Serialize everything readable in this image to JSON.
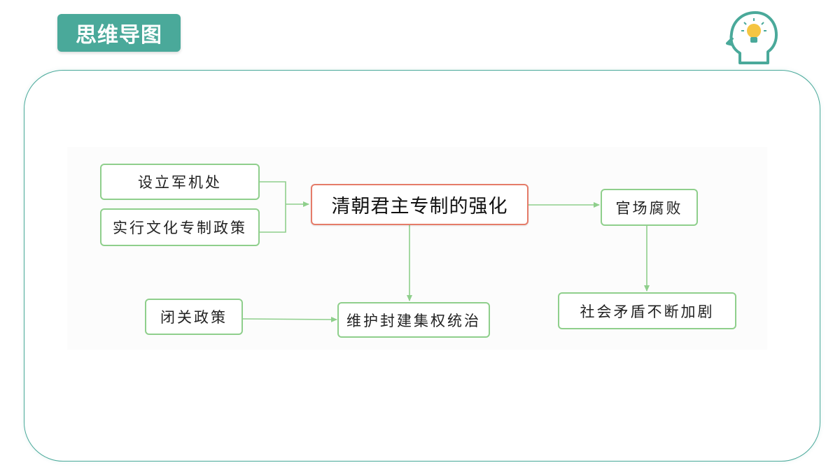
{
  "header": {
    "title": "思维导图",
    "icon": "head-lightbulb-icon"
  },
  "colors": {
    "accent": "#4aa99a",
    "node_border": "#8fcf8c",
    "central_border": "#e57c69",
    "connector": "#8fcf8c"
  },
  "mindmap": {
    "central": "清朝君主专制的强化",
    "causes": [
      "设立军机处",
      "实行文化专制政策"
    ],
    "consequence_corruption": "官场腐败",
    "consequence_conflict": "社会矛盾不断加剧",
    "closed_policy": "闭关政策",
    "purpose": "维护封建集权统治"
  }
}
